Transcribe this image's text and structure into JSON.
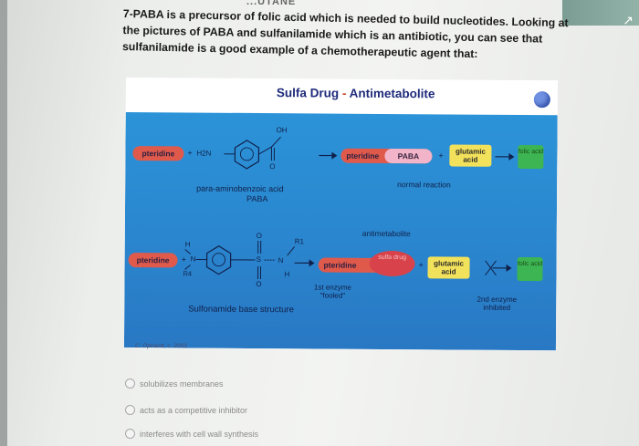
{
  "top_cut_text": "...UTANE",
  "question": {
    "text": "7-PABA is a precursor of folic acid which is needed to build nucleotides. Looking at the pictures of PABA and sulfanilamide which is an antibiotic, you can see that sulfanilamide is a good example of a chemotherapeutic agent that:"
  },
  "slide": {
    "title_a": "Sulfa Drug",
    "title_sep": " - ",
    "title_b": "Antimetabolite",
    "top_row": {
      "pteridine": "pteridine",
      "plus1": "+",
      "h2n": "H2N",
      "oh": "OH",
      "o": "O",
      "pteridine2": "pteridine",
      "paba": "PABA",
      "plus2": "+",
      "glutamic": "glutamic acid",
      "folic": "folic acid",
      "paba_label_1": "para-aminobenzoic acid",
      "paba_label_2": "PABA",
      "normal_reaction": "normal reaction"
    },
    "bottom_row": {
      "pteridine": "pteridine",
      "plus1": "+",
      "h": "H",
      "r1": "R1",
      "r4": "R4",
      "n_left": "N",
      "s": "S",
      "n_right": "N",
      "h_bottom": "H",
      "o_top": "O",
      "o_bottom": "O",
      "antimetabolite": "antimetabolite",
      "pteridine2": "pteridine",
      "sulfa_drug": "sulfa drug",
      "plus2": "+",
      "glutamic": "glutamic acid",
      "folic": "folic acid",
      "enzyme1_line1": "1st enzyme",
      "enzyme1_line2": "\"fooled\"",
      "enzyme2_line1": "2nd enzyme",
      "enzyme2_line2": "inhibited",
      "structure_label": "Sulfonamide base structure"
    },
    "copyright": "C. Ophardt, c. 2003"
  },
  "options": [
    {
      "label": "solubilizes membranes"
    },
    {
      "label": "acts as a competitive inhibitor"
    },
    {
      "label": "interferes with cell wall synthesis"
    }
  ],
  "colors": {
    "slide_bg": "#2a87cf",
    "pteridine_red": "#e05a4c",
    "paba_pink": "#f1b4c8",
    "glutamic_yellow": "#f2e15a",
    "folic_green": "#3db552",
    "sulfa_red": "#d8424a",
    "title_blue": "#1d2a7a"
  }
}
